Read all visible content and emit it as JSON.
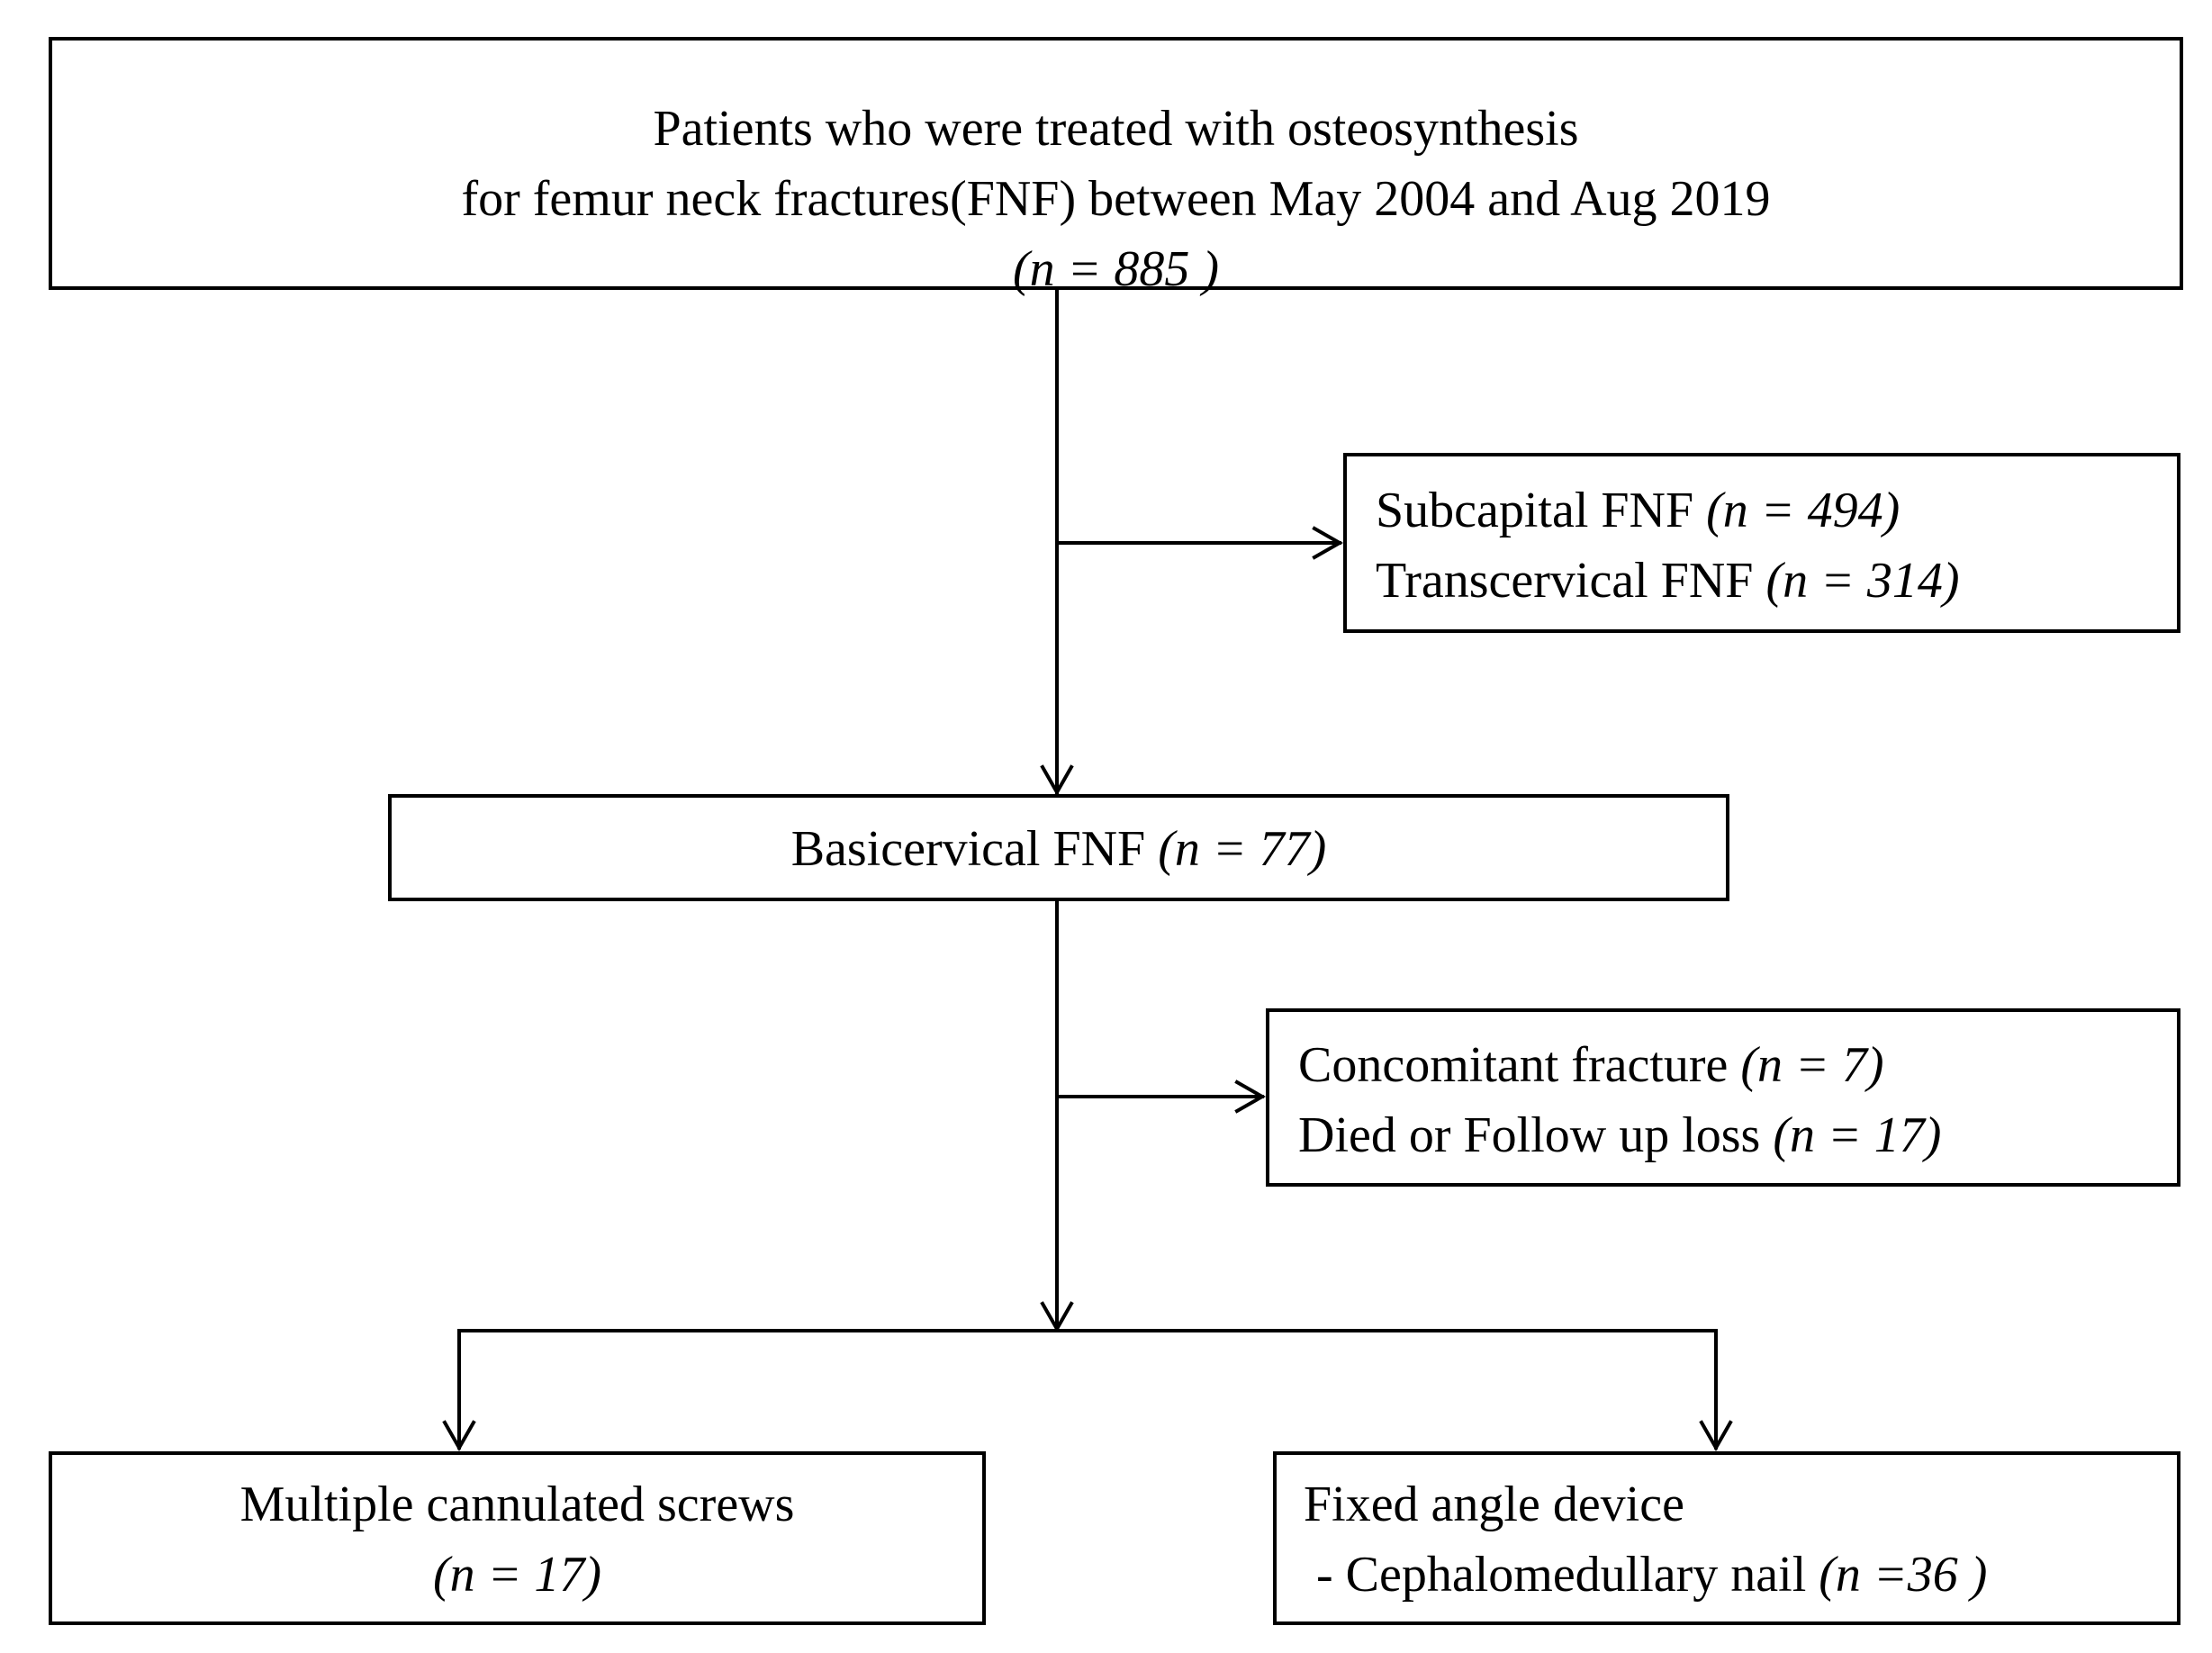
{
  "boxes": {
    "top": {
      "line1": "Patients who were treated with osteosynthesis",
      "line2": "for femur neck fractures(FNF) between May 2004 and Aug 2019",
      "n": "(n = 885 )"
    },
    "exclusion1": {
      "subcapital_label": "Subcapital FNF",
      "subcapital_n": "(n = 494)",
      "transcervical_label": "Transcervical FNF",
      "transcervical_n": "(n = 314)"
    },
    "basicervical": {
      "label": "Basicervical FNF",
      "n": "(n = 77)"
    },
    "exclusion2": {
      "concomitant_label": "Concomitant fracture",
      "concomitant_n": "(n = 7)",
      "died_label": "Died or Follow up loss",
      "died_n": "(n = 17)"
    },
    "screws": {
      "label": "Multiple cannulated screws",
      "n": "(n = 17)"
    },
    "fixed": {
      "label": "Fixed angle device",
      "sub_label": " - Cephalomedullary nail",
      "n": "(n =36 )"
    }
  },
  "colors": {
    "line": "#000000",
    "background": "#ffffff"
  }
}
